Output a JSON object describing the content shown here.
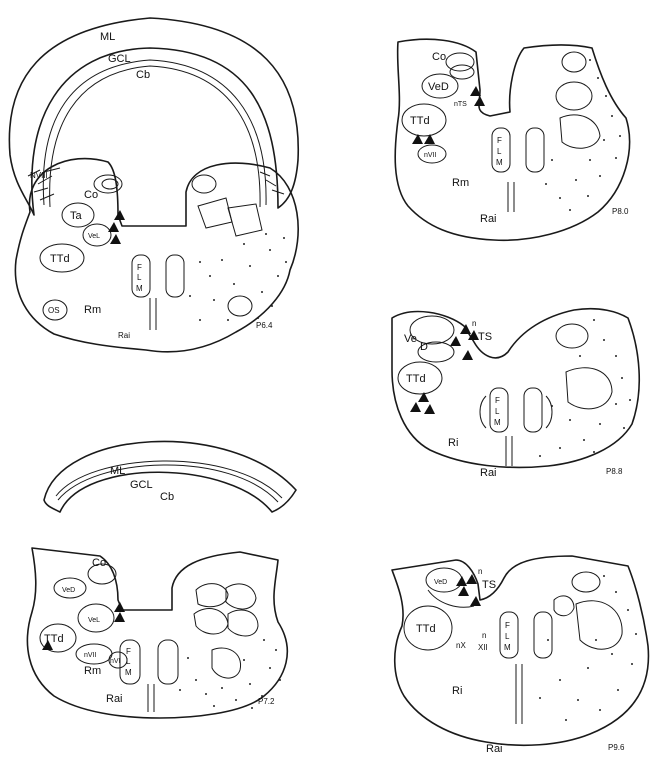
{
  "panels": {
    "p64": {
      "section_label": "P6.4",
      "labels": {
        "ml": "ML",
        "gcl": "GCL",
        "cb": "Cb",
        "nviii": "NVIII",
        "co": "Co",
        "ta": "Ta",
        "vel": "VeL",
        "ttd": "TTd",
        "flm_f": "F",
        "flm_l": "L",
        "flm_m": "M",
        "os": "OS",
        "rm": "Rm",
        "rai": "Rai"
      }
    },
    "p72": {
      "section_label": "P7.2",
      "labels": {
        "ml": "ML",
        "gcl": "GCL",
        "cb": "Cb",
        "co": "Co",
        "ved": "VeD",
        "vel": "VeL",
        "ttd": "TTd",
        "nvii": "nVII",
        "nvi": "nVI",
        "flm_f": "F",
        "flm_l": "L",
        "flm_m": "M",
        "rm": "Rm",
        "rai": "Rai"
      }
    },
    "p80": {
      "section_label": "P8.0",
      "labels": {
        "co": "Co",
        "ved": "VeD",
        "nts": "nTS",
        "ttd": "TTd",
        "nvii": "nVII",
        "flm_f": "F",
        "flm_l": "L",
        "flm_m": "M",
        "rm": "Rm",
        "rai": "Rai"
      }
    },
    "p88": {
      "section_label": "P8.8",
      "labels": {
        "ve": "Ve",
        "d": "D",
        "n": "n",
        "ts": "TS",
        "ttd": "TTd",
        "flm_f": "F",
        "flm_l": "L",
        "flm_m": "M",
        "ri": "Ri",
        "rai": "Rai"
      }
    },
    "p96": {
      "section_label": "P9.6",
      "labels": {
        "ved": "VeD",
        "n": "n",
        "ts": "TS",
        "ttd": "TTd",
        "nx": "nX",
        "nxii_n": "n",
        "nxii": "XII",
        "flm_f": "F",
        "flm_l": "L",
        "flm_m": "M",
        "ri": "Ri",
        "rai": "Rai"
      }
    }
  }
}
